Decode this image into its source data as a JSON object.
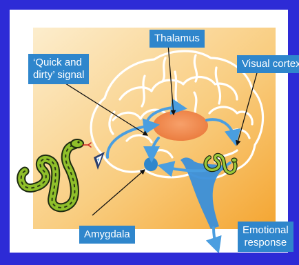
{
  "labels": {
    "thalamus": "Thalamus",
    "quick_line1": "‘Quick and",
    "quick_line2": "dirty’ signal",
    "visual_cortex": "Visual cortex",
    "amygdala": "Amygdala",
    "emotional_line1": "Emotional",
    "emotional_line2": "response"
  },
  "colors": {
    "frame_border": "#2d2bd6",
    "background_gradient_start": "#fcebc8",
    "background_gradient_end": "#f6ae3c",
    "brain_outline": "#ffffff",
    "pathway_arrow": "#4a9ee0",
    "thalamus_fill": "#f08a4b",
    "amygdala_fill": "#2f86cc",
    "callout_fill": "#2f86cc",
    "snake_green": "#8fbf2a"
  },
  "icons": [
    "snake-icon",
    "eye-icon",
    "small-snake-icon"
  ]
}
